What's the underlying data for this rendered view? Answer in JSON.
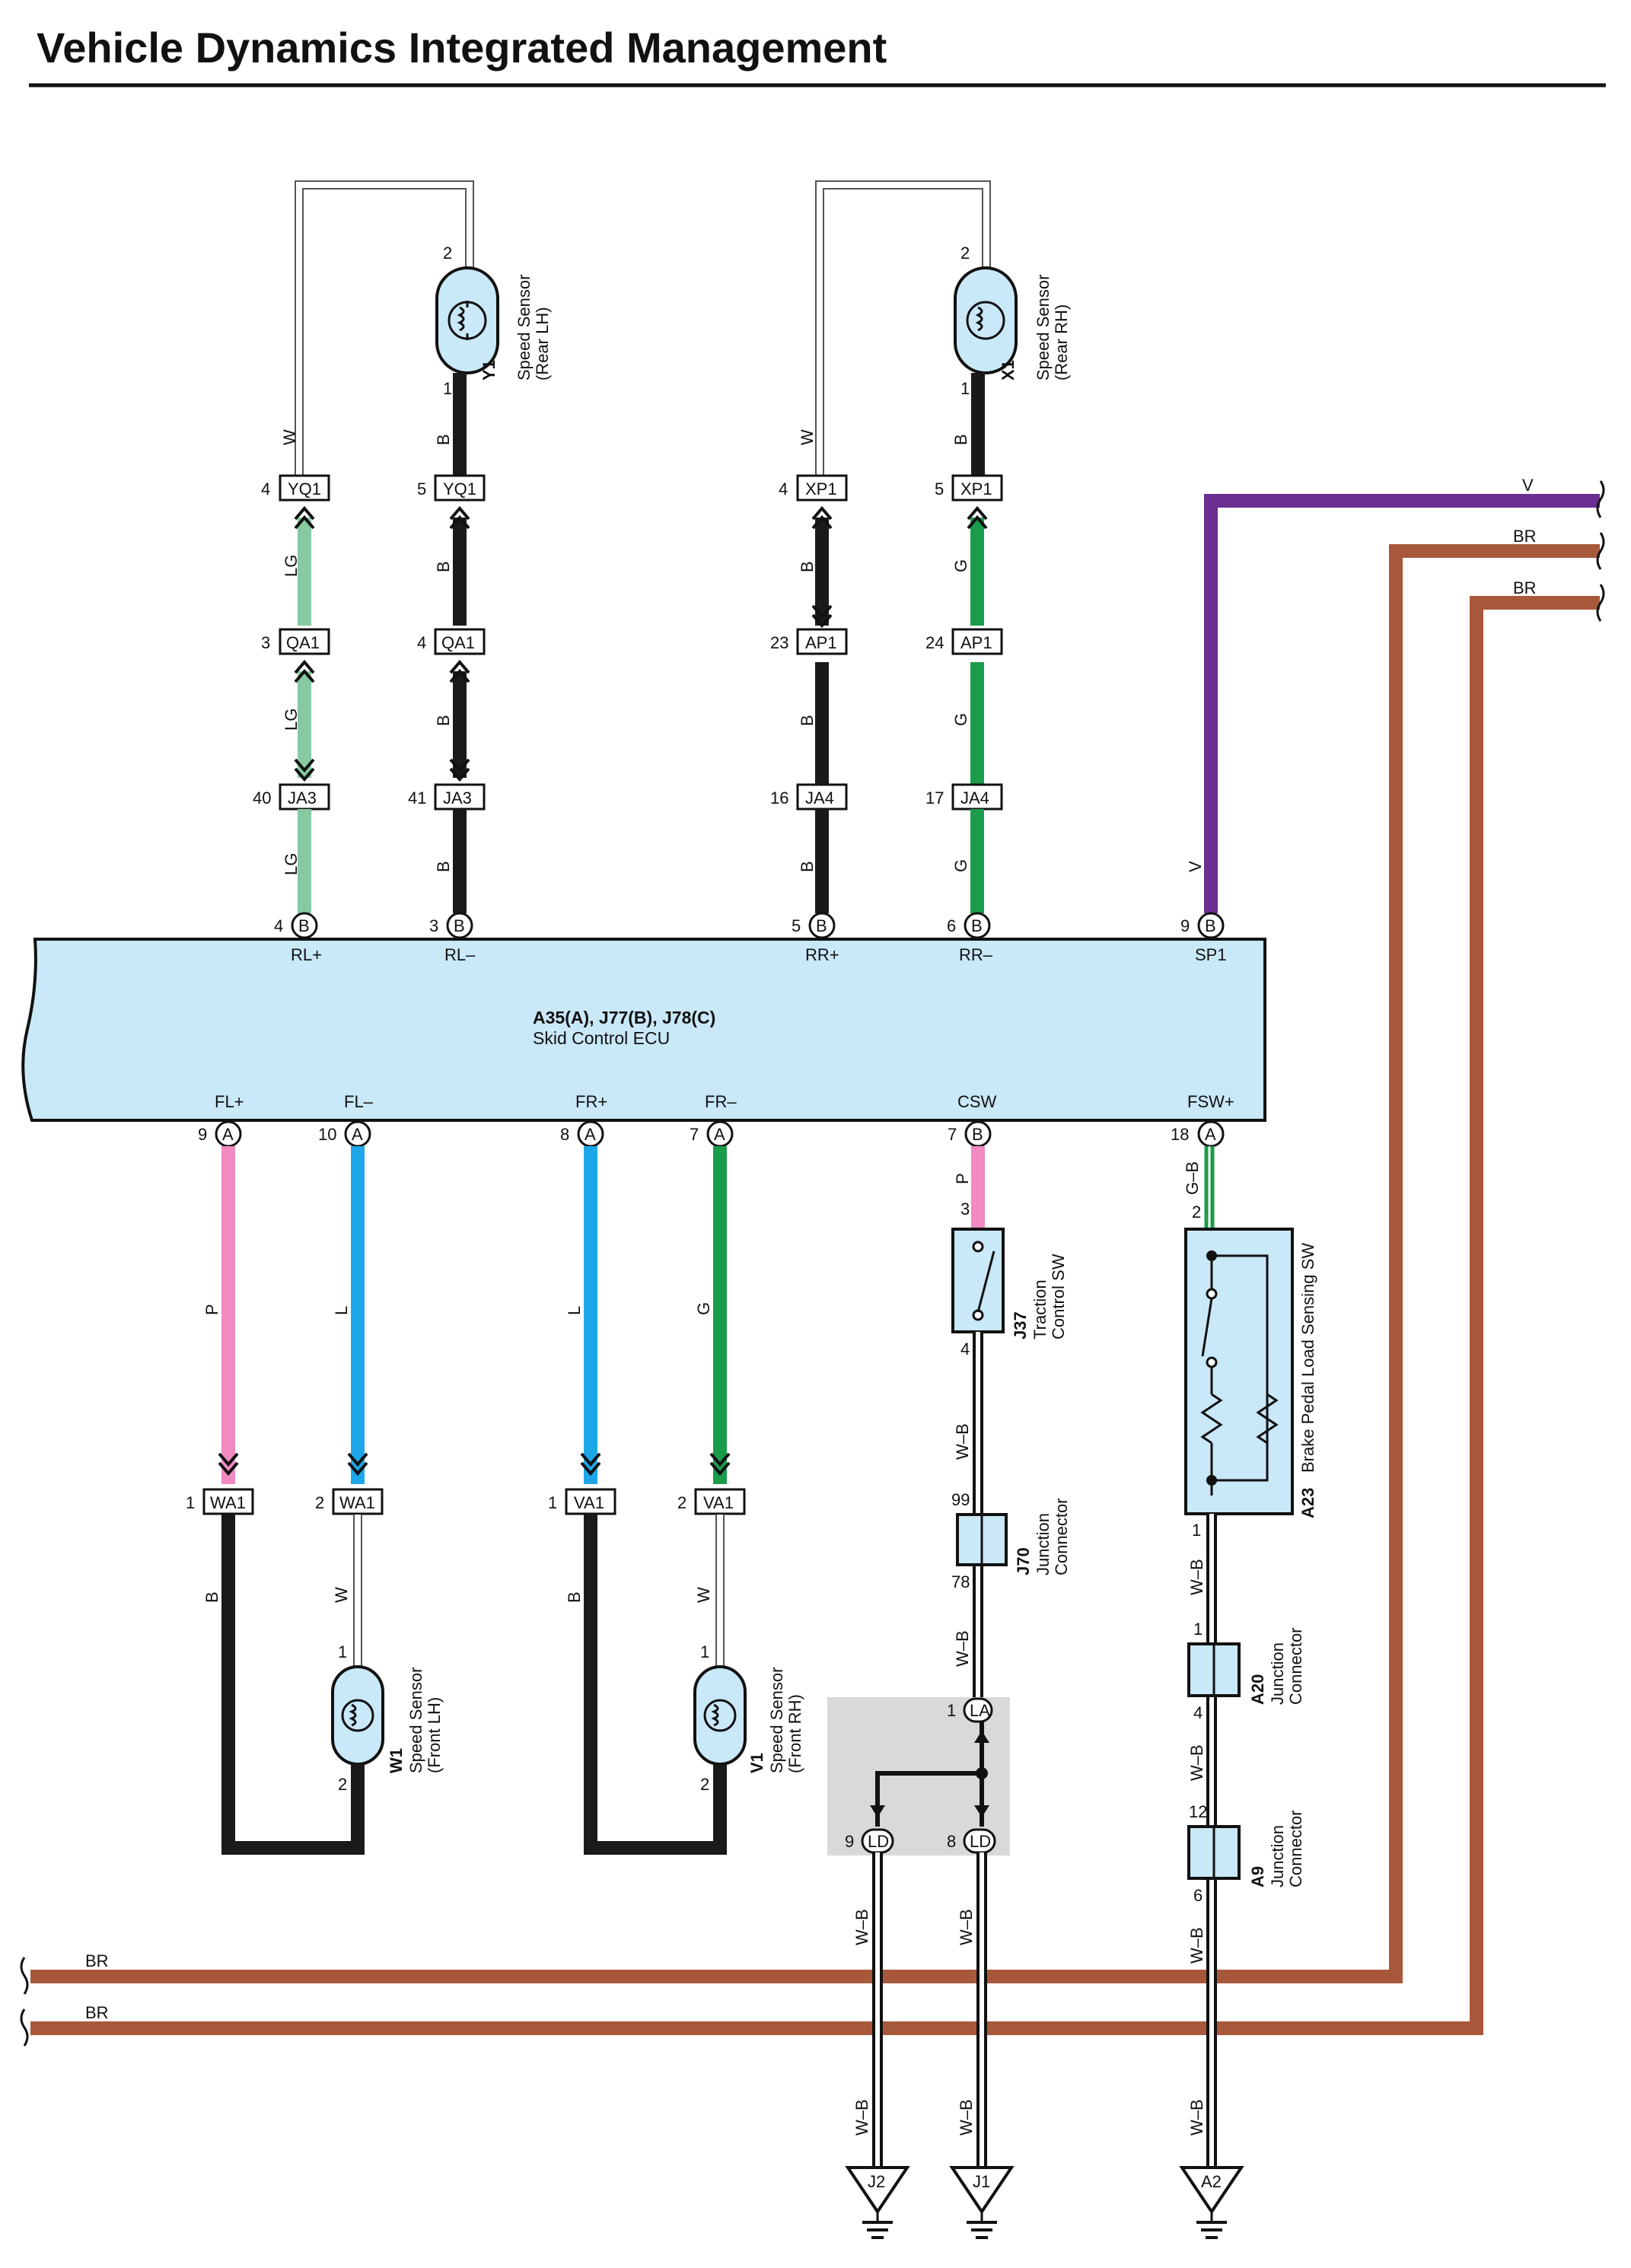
{
  "title": "Vehicle Dynamics Integrated Management",
  "colors": {
    "LG": "#86c9a2",
    "B": "#1a1a1a",
    "G": "#1a9c4a",
    "V": "#6a2d90",
    "BR": "#a8583a",
    "P": "#f08ac0",
    "L": "#1ea7e8",
    "W": "#ffffff",
    "component_fill": "#c9e8f8",
    "shade": "#d9d9d9"
  },
  "ecu": {
    "code": "A35(A), J77(B), J78(C)",
    "name": "Skid Control ECU",
    "top_terms": [
      {
        "pin": "4",
        "conn": "B",
        "name": "RL+"
      },
      {
        "pin": "3",
        "conn": "B",
        "name": "RL–"
      },
      {
        "pin": "5",
        "conn": "B",
        "name": "RR+"
      },
      {
        "pin": "6",
        "conn": "B",
        "name": "RR–"
      },
      {
        "pin": "9",
        "conn": "B",
        "name": "SP1"
      }
    ],
    "bottom_terms": [
      {
        "pin": "9",
        "conn": "A",
        "name": "FL+"
      },
      {
        "pin": "10",
        "conn": "A",
        "name": "FL–"
      },
      {
        "pin": "8",
        "conn": "A",
        "name": "FR+"
      },
      {
        "pin": "7",
        "conn": "A",
        "name": "FR–"
      },
      {
        "pin": "7",
        "conn": "B",
        "name": "CSW"
      },
      {
        "pin": "18",
        "conn": "A",
        "name": "FSW+"
      }
    ]
  },
  "sensors": [
    {
      "code": "Y1",
      "line1": "Speed Sensor",
      "line2": "(Rear LH)",
      "pin_a": "2",
      "pin_b": "1"
    },
    {
      "code": "X1",
      "line1": "Speed Sensor",
      "line2": "(Rear RH)",
      "pin_a": "2",
      "pin_b": "1"
    },
    {
      "code": "W1",
      "line1": "Speed Sensor",
      "line2": "(Front LH)",
      "pin_a": "1",
      "pin_b": "2"
    },
    {
      "code": "V1",
      "line1": "Speed Sensor",
      "line2": "(Front RH)",
      "pin_a": "1",
      "pin_b": "2"
    }
  ],
  "connectors": {
    "yq1a": {
      "pin": "4",
      "name": "YQ1"
    },
    "yq1b": {
      "pin": "5",
      "name": "YQ1"
    },
    "xp1a": {
      "pin": "4",
      "name": "XP1"
    },
    "xp1b": {
      "pin": "5",
      "name": "XP1"
    },
    "qa1a": {
      "pin": "3",
      "name": "QA1"
    },
    "qa1b": {
      "pin": "4",
      "name": "QA1"
    },
    "ap1a": {
      "pin": "23",
      "name": "AP1"
    },
    "ap1b": {
      "pin": "24",
      "name": "AP1"
    },
    "ja3a": {
      "pin": "40",
      "name": "JA3"
    },
    "ja3b": {
      "pin": "41",
      "name": "JA3"
    },
    "ja4a": {
      "pin": "16",
      "name": "JA4"
    },
    "ja4b": {
      "pin": "17",
      "name": "JA4"
    },
    "wa1a": {
      "pin": "1",
      "name": "WA1"
    },
    "wa1b": {
      "pin": "2",
      "name": "WA1"
    },
    "va1a": {
      "pin": "1",
      "name": "VA1"
    },
    "va1b": {
      "pin": "2",
      "name": "VA1"
    },
    "la": {
      "pin": "1",
      "name": "LA"
    },
    "lda": {
      "pin": "9",
      "name": "LD"
    },
    "ldb": {
      "pin": "8",
      "name": "LD"
    }
  },
  "wire_labels": {
    "W": "W",
    "B": "B",
    "LG": "LG",
    "G": "G",
    "V": "V",
    "BR": "BR",
    "P": "P",
    "L": "L",
    "WB": "W–B",
    "GB": "G–B"
  },
  "j37": {
    "code": "J37",
    "line1": "Traction",
    "line2": "Control SW",
    "pin_top": "3",
    "pin_bot": "4"
  },
  "j70": {
    "code": "J70",
    "line1": "Junction",
    "line2": "Connector",
    "pin_top": "99",
    "pin_bot": "78"
  },
  "a23": {
    "code": "A23",
    "line1": "Brake Pedal Load Sensing SW",
    "pin_top": "2",
    "pin_bot": "1"
  },
  "a20": {
    "code": "A20",
    "line1": "Junction",
    "line2": "Connector",
    "pin_top": "1",
    "pin_bot": "4"
  },
  "a9": {
    "code": "A9",
    "line1": "Junction",
    "line2": "Connector",
    "pin_top": "12",
    "pin_bot": "6"
  },
  "grounds": [
    "J2",
    "J1",
    "A2"
  ]
}
